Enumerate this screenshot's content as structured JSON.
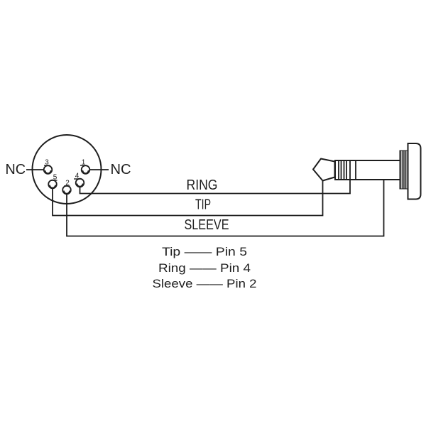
{
  "colors": {
    "ink": "#1e1e1e",
    "background": "#ffffff"
  },
  "din_connector": {
    "nc_left": "NC",
    "nc_right": "NC",
    "pins": [
      {
        "number": "3"
      },
      {
        "number": "1"
      },
      {
        "number": "5"
      },
      {
        "number": "2"
      },
      {
        "number": "4"
      }
    ]
  },
  "wires": [
    {
      "label": "RING"
    },
    {
      "label": "TIP"
    },
    {
      "label": "SLEEVE"
    }
  ],
  "legend": {
    "rows": [
      {
        "signal": "Tip",
        "pin": "Pin 5",
        "text": "Tip —— Pin 5"
      },
      {
        "signal": "Ring",
        "pin": "Pin 4",
        "text": "Ring —— Pin 4"
      },
      {
        "signal": "Sleeve",
        "pin": "Pin 2",
        "text": "Sleeve —— Pin 2"
      }
    ]
  }
}
